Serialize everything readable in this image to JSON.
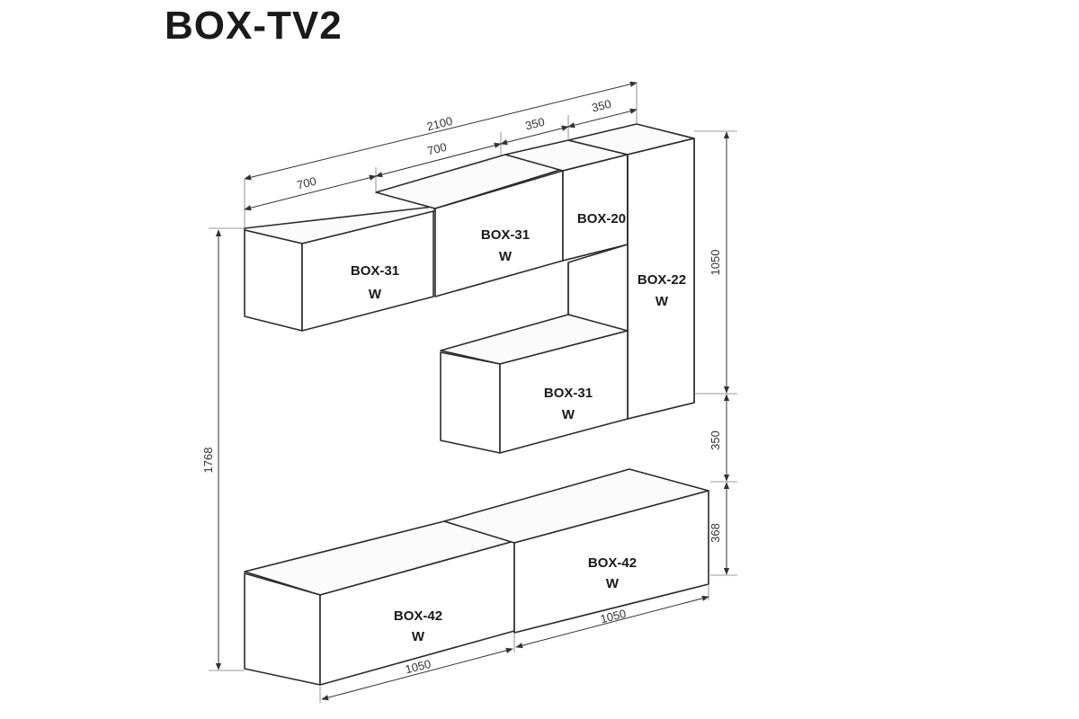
{
  "title": "BOX-TV2",
  "modules": [
    {
      "code": "BOX-31",
      "finish": "W"
    },
    {
      "code": "BOX-31",
      "finish": "W"
    },
    {
      "code": "BOX-20",
      "finish": ""
    },
    {
      "code": "BOX-22",
      "finish": "W"
    },
    {
      "code": "BOX-31",
      "finish": "W"
    },
    {
      "code": "BOX-42",
      "finish": "W"
    },
    {
      "code": "BOX-42",
      "finish": "W"
    }
  ],
  "dimensions": {
    "total_width": "2100",
    "upper_left_width": "700",
    "upper_mid_width": "700",
    "box20_width": "350",
    "box22_width": "350",
    "tall_height": "1050",
    "gap_height": "350",
    "lower_height": "368",
    "overall_height": "1768",
    "lower_left_width": "1050",
    "lower_right_width": "1050"
  }
}
